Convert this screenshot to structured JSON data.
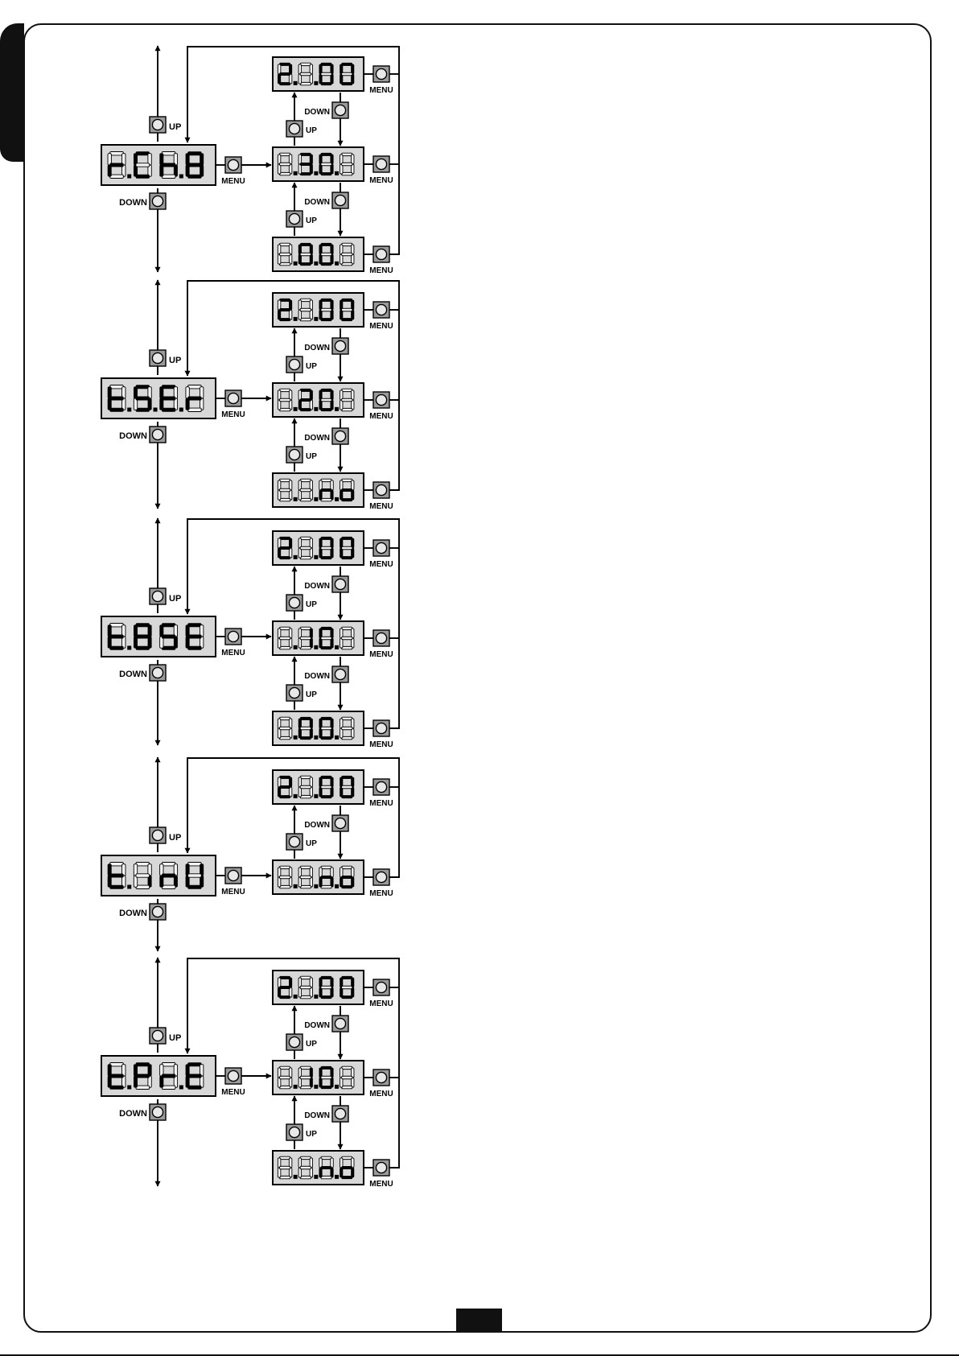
{
  "buttons": {
    "up": "UP",
    "down": "DOWN",
    "menu": "MENU"
  },
  "colors": {
    "seg_on": "#000000",
    "seg_off": "#f4f4f4",
    "display_bg": "#d8d8d8",
    "button_bg": "#9a9a9a"
  },
  "sections": [
    {
      "id": "rch",
      "parameter": {
        "chars": [
          "r",
          "C",
          "h",
          "8"
        ],
        "dots": [
          true,
          false,
          true,
          false
        ]
      },
      "options": [
        {
          "digits": [
            "2",
            "1",
            "0",
            "0"
          ],
          "lit": [
            true,
            false,
            true,
            true
          ],
          "dots": [
            true,
            true,
            false,
            false
          ]
        },
        {
          "digits": [
            "8",
            "3",
            "0",
            "1"
          ],
          "lit": [
            false,
            true,
            true,
            false
          ],
          "dots": [
            true,
            true,
            true,
            false
          ]
        },
        {
          "digits": [
            "8",
            "0",
            "0",
            "1"
          ],
          "lit": [
            false,
            true,
            true,
            false
          ],
          "dots": [
            true,
            true,
            true,
            false
          ]
        }
      ]
    },
    {
      "id": "tser",
      "parameter": {
        "chars": [
          "t",
          "S",
          "E",
          "r"
        ],
        "dots": [
          true,
          true,
          true,
          false
        ]
      },
      "options": [
        {
          "digits": [
            "2",
            "1",
            "0",
            "0"
          ],
          "lit": [
            true,
            false,
            true,
            true
          ],
          "dots": [
            true,
            true,
            false,
            false
          ]
        },
        {
          "digits": [
            "8",
            "2",
            "0",
            "1"
          ],
          "lit": [
            false,
            true,
            true,
            false
          ],
          "dots": [
            true,
            true,
            true,
            false
          ]
        },
        {
          "digits": [
            "8",
            "8",
            "n",
            "o"
          ],
          "lit": [
            false,
            false,
            true,
            true
          ],
          "dots": [
            true,
            true,
            true,
            false
          ]
        }
      ]
    },
    {
      "id": "tase",
      "parameter": {
        "chars": [
          "t",
          "8",
          "S",
          "E"
        ],
        "dots": [
          true,
          false,
          false,
          false
        ]
      },
      "options": [
        {
          "digits": [
            "2",
            "1",
            "0",
            "0"
          ],
          "lit": [
            true,
            false,
            true,
            true
          ],
          "dots": [
            true,
            true,
            false,
            false
          ]
        },
        {
          "digits": [
            "8",
            "1",
            "0",
            "1"
          ],
          "lit": [
            false,
            true,
            true,
            false
          ],
          "dots": [
            true,
            true,
            true,
            false
          ]
        },
        {
          "digits": [
            "8",
            "0",
            "0",
            "1"
          ],
          "lit": [
            false,
            true,
            true,
            false
          ],
          "dots": [
            true,
            true,
            true,
            false
          ]
        }
      ]
    },
    {
      "id": "tinv",
      "parameter": {
        "chars": [
          "t",
          "i",
          "n",
          "U"
        ],
        "dots": [
          true,
          false,
          false,
          false
        ]
      },
      "options": [
        {
          "digits": [
            "2",
            "1",
            "0",
            "0"
          ],
          "lit": [
            true,
            false,
            true,
            true
          ],
          "dots": [
            true,
            true,
            false,
            false
          ]
        },
        {
          "digits": [
            "8",
            "8",
            "n",
            "o"
          ],
          "lit": [
            false,
            false,
            true,
            true
          ],
          "dots": [
            true,
            true,
            true,
            false
          ]
        }
      ]
    },
    {
      "id": "tpre",
      "parameter": {
        "chars": [
          "t",
          "P",
          "r",
          "E"
        ],
        "dots": [
          true,
          false,
          true,
          false
        ]
      },
      "options": [
        {
          "digits": [
            "2",
            "1",
            "0",
            "0"
          ],
          "lit": [
            true,
            false,
            true,
            true
          ],
          "dots": [
            true,
            true,
            false,
            false
          ]
        },
        {
          "digits": [
            "8",
            "1",
            "0",
            "1"
          ],
          "lit": [
            false,
            true,
            true,
            false
          ],
          "dots": [
            true,
            true,
            true,
            false
          ]
        },
        {
          "digits": [
            "8",
            "8",
            "n",
            "o"
          ],
          "lit": [
            false,
            false,
            true,
            true
          ],
          "dots": [
            true,
            true,
            true,
            false
          ]
        }
      ]
    }
  ]
}
